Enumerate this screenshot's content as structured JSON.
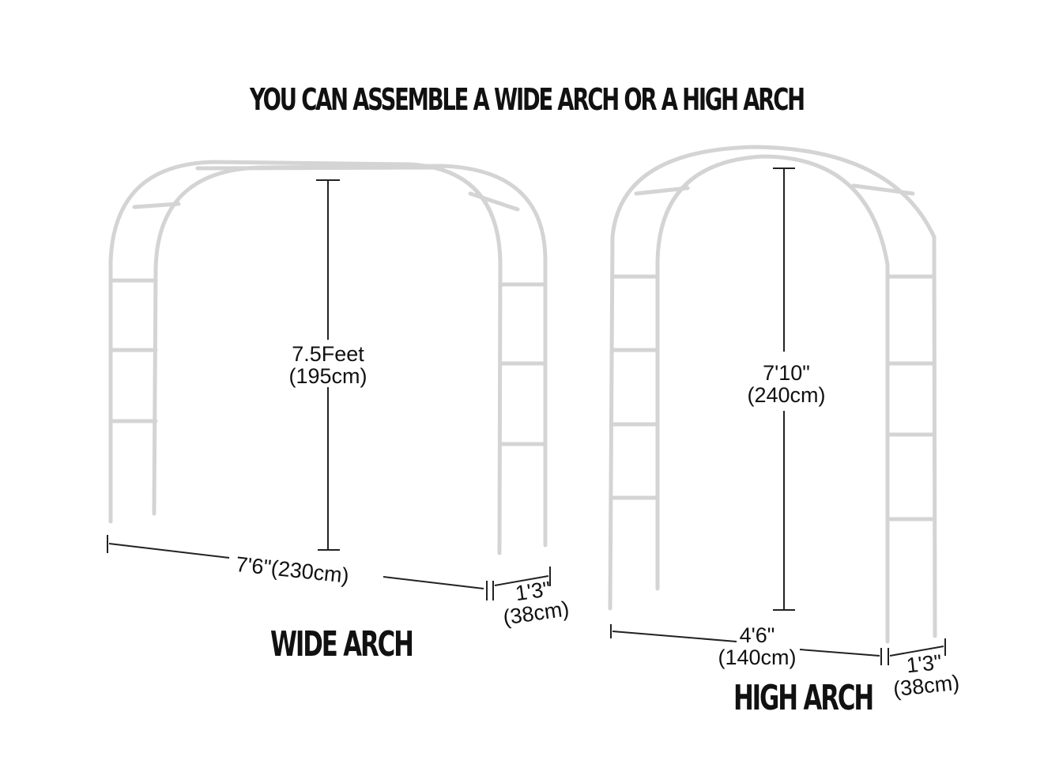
{
  "title": "YOU CAN ASSEMBLE A WIDE ARCH OR A HIGH ARCH",
  "wide_arch": {
    "label": "WIDE ARCH",
    "height_line1": "7.5Feet",
    "height_line2": "(195cm)",
    "width": "7'6\"(230cm)",
    "depth_line1": "1'3\"",
    "depth_line2": "(38cm)"
  },
  "high_arch": {
    "label": "HIGH ARCH",
    "height_line1": "7'10\"",
    "height_line2": "(240cm)",
    "width_line1": "4'6\"",
    "width_line2": "(140cm)",
    "depth_line1": "1'3\"",
    "depth_line2": "(38cm)"
  },
  "colors": {
    "frame": "#d4d4d4",
    "text": "#111111",
    "background": "#ffffff"
  }
}
